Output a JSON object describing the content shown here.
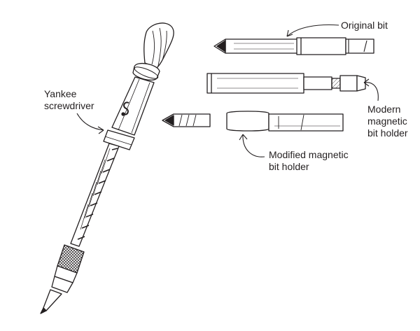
{
  "labels": {
    "yankee": "Yankee\nscrewdriver",
    "original_bit": "Original bit",
    "modern_holder": "Modern\nmagnetic\nbit holder",
    "modified_holder": "Modified magnetic\nbit holder"
  },
  "colors": {
    "ink": "#231f20",
    "paper": "#ffffff"
  }
}
